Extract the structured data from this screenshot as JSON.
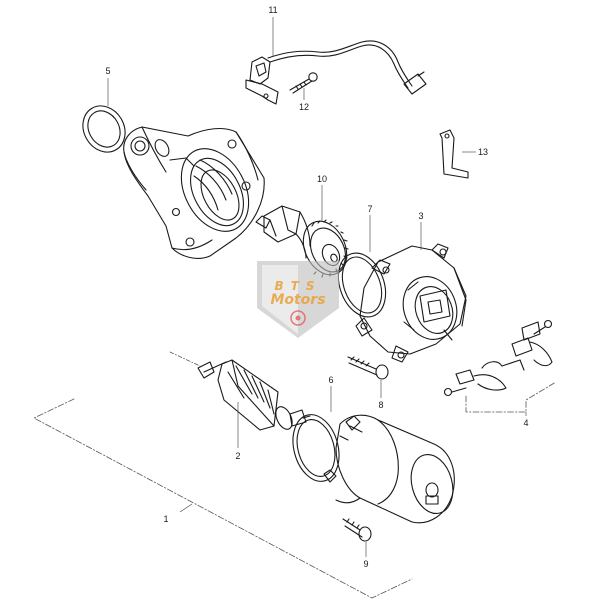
{
  "callouts": [
    {
      "id": "1",
      "label": "1"
    },
    {
      "id": "2",
      "label": "2"
    },
    {
      "id": "3",
      "label": "3"
    },
    {
      "id": "4",
      "label": "4"
    },
    {
      "id": "5",
      "label": "5"
    },
    {
      "id": "6",
      "label": "6"
    },
    {
      "id": "7",
      "label": "7"
    },
    {
      "id": "8",
      "label": "8"
    },
    {
      "id": "9",
      "label": "9"
    },
    {
      "id": "10",
      "label": "10"
    },
    {
      "id": "11",
      "label": "11"
    },
    {
      "id": "12",
      "label": "12"
    },
    {
      "id": "13",
      "label": "13"
    }
  ],
  "watermark": {
    "line1": "BTS",
    "line2": "Motors",
    "color_gold": "#e8a23a",
    "color_grey": "#b8b8b8"
  },
  "colors": {
    "line": "#1a1a1a",
    "leader": "#555555",
    "background": "#ffffff"
  }
}
